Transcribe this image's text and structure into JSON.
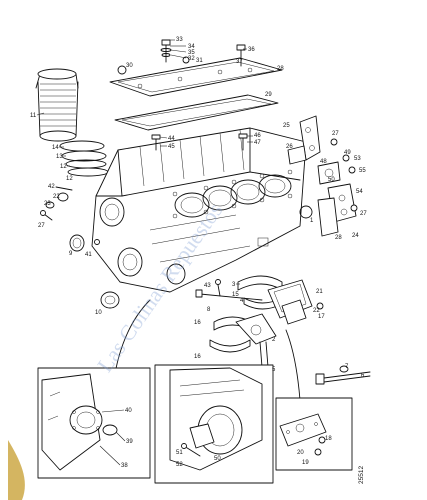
{
  "drawing_number": "25512",
  "watermark_text": "Las Colinas Repuestos",
  "callouts": [
    "1",
    "2",
    "3",
    "4",
    "5",
    "6",
    "7",
    "8",
    "9",
    "10",
    "11",
    "12",
    "13",
    "14",
    "15",
    "16",
    "17",
    "18",
    "19",
    "20",
    "21",
    "22",
    "23",
    "24",
    "25",
    "26",
    "27",
    "28",
    "29",
    "30",
    "31",
    "32",
    "33",
    "34",
    "35",
    "36",
    "37",
    "38",
    "39",
    "40",
    "41",
    "42",
    "43",
    "44",
    "45",
    "46",
    "47",
    "48",
    "49",
    "50",
    "51",
    "52",
    "53",
    "54",
    "55"
  ],
  "colors": {
    "line": "#111111",
    "watermark": "#7a9ad0",
    "logo": "#c9a23a"
  }
}
